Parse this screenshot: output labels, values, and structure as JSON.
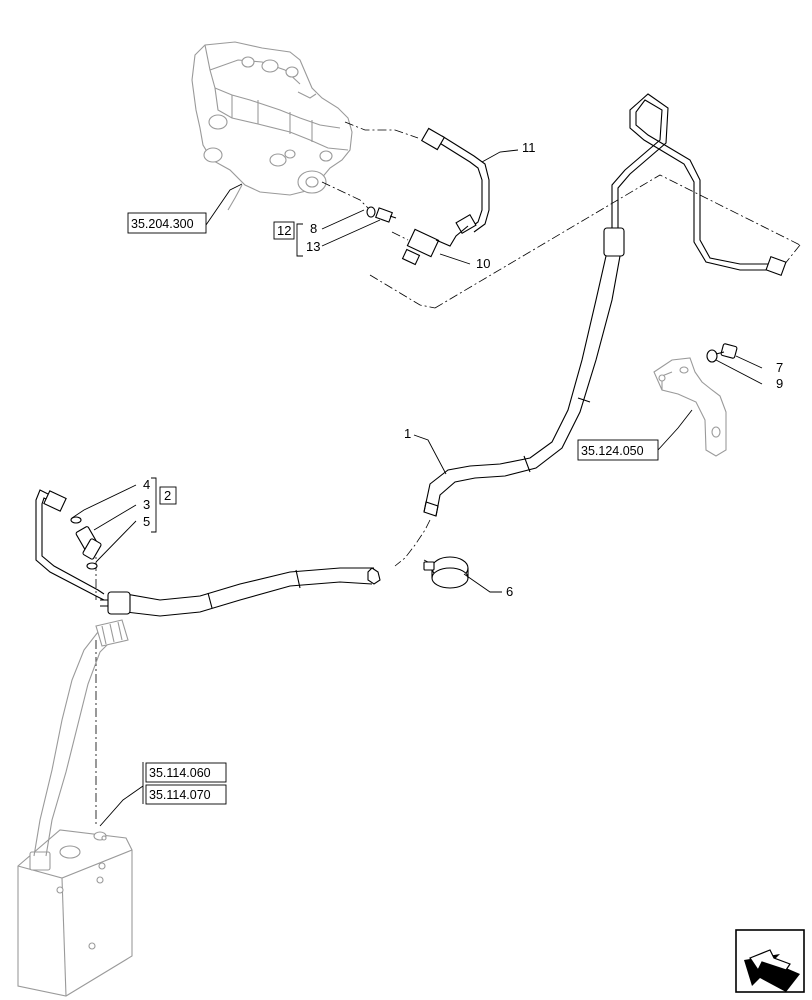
{
  "callouts": {
    "c1": "1",
    "c2": "2",
    "c3": "3",
    "c4": "4",
    "c5": "5",
    "c6": "6",
    "c7": "7",
    "c8": "8",
    "c9": "9",
    "c10": "10",
    "c11": "11",
    "c12": "12",
    "c13": "13"
  },
  "references": {
    "valve": "35.204.300",
    "bracket": "35.124.050",
    "tank_a": "35.114.060",
    "tank_b": "35.114.070"
  },
  "nav_icon": "back-arrow-icon"
}
